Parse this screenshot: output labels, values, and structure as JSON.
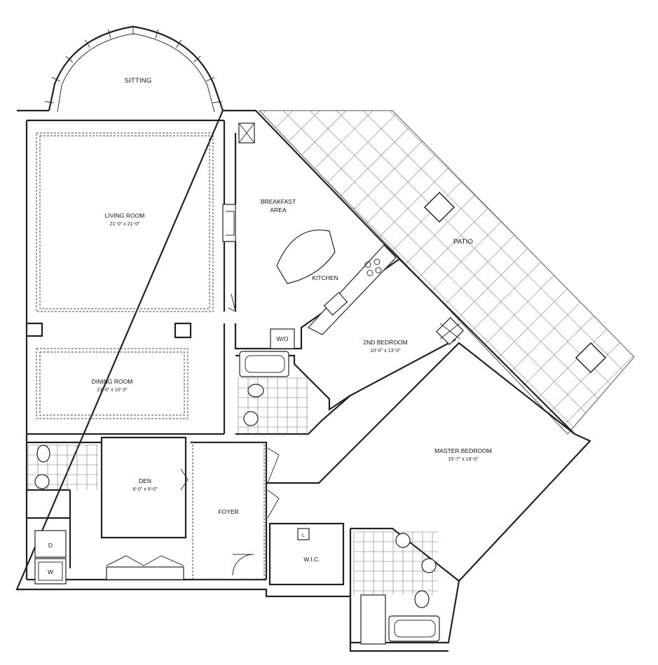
{
  "rooms": {
    "sitting": {
      "name": "SITTING"
    },
    "living_room": {
      "name": "LIVING ROOM",
      "dimensions": "21'-0\" x 21'-0\""
    },
    "breakfast_area": {
      "name_line1": "BREAKFAST",
      "name_line2": "AREA"
    },
    "kitchen": {
      "name": "KITCHEN"
    },
    "patio": {
      "name": "PATIO"
    },
    "washer_dryer_closet": {
      "name": "W/O"
    },
    "second_bedroom": {
      "name": "2ND BEDROOM",
      "dimensions": "10'-0\" x 13'-0\""
    },
    "dining_room": {
      "name": "DINING ROOM",
      "dimensions": "21'-0\" x 10'-3\""
    },
    "master_bedroom": {
      "name": "MASTER BEDROOM",
      "dimensions": "15'-7\" x 18'-0\""
    },
    "den": {
      "name": "DEN",
      "dimensions": "8'-0\" x 9'-0\""
    },
    "foyer": {
      "name": "FOYER"
    },
    "walk_in_closet": {
      "name": "W.I.C."
    }
  },
  "appliances": {
    "dryer": "D",
    "washer": "W",
    "linen": "L"
  }
}
